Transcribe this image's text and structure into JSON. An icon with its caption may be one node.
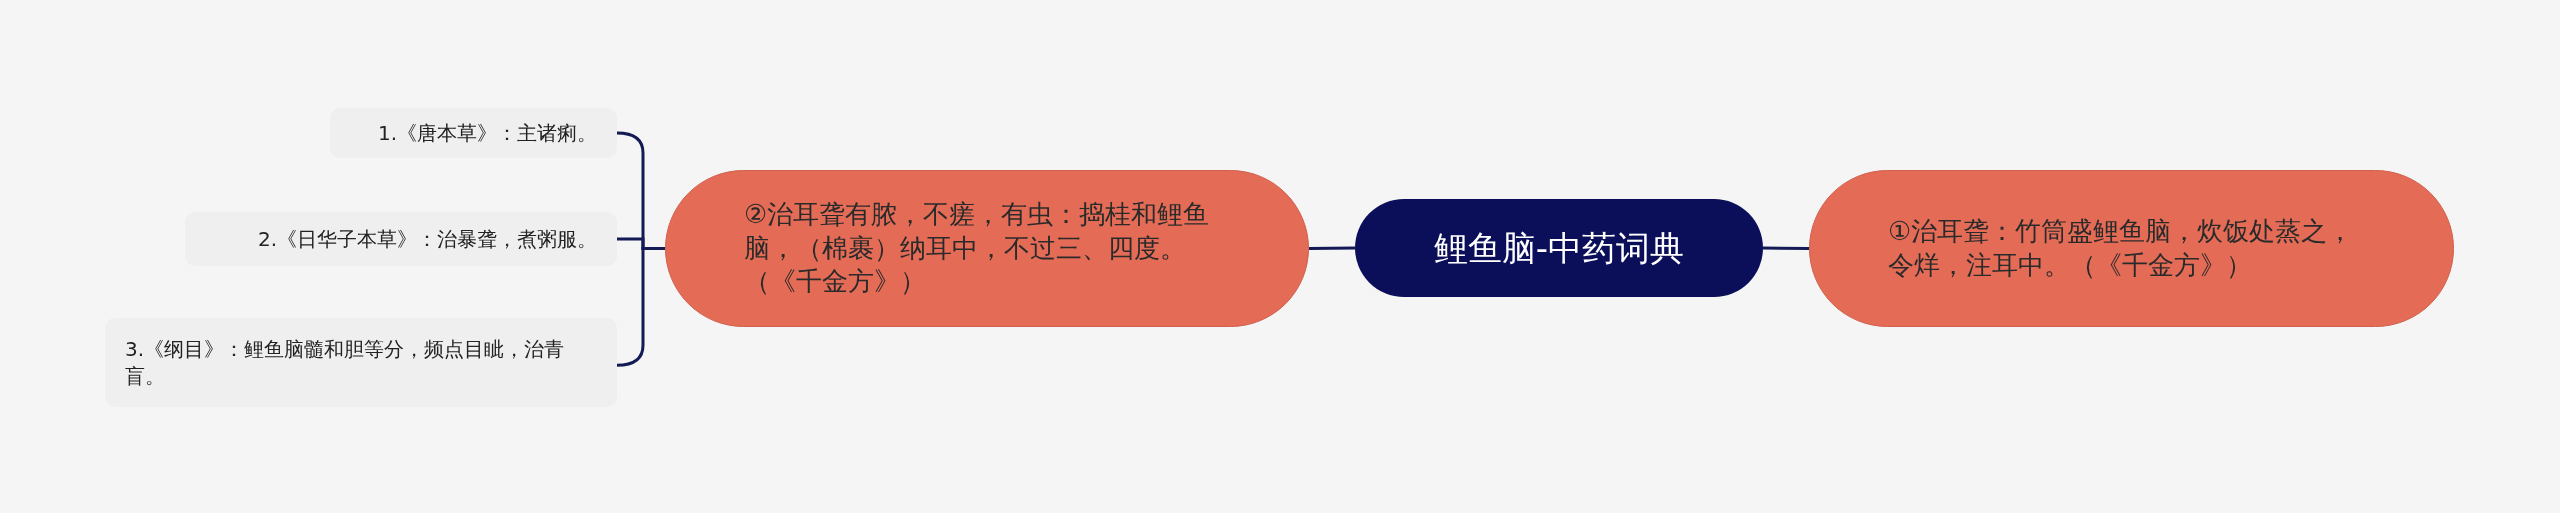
{
  "diagram": {
    "nodes": [
      {
        "text": [
          "鲤鱼脑-中药词典"
        ]
      },
      {
        "text": [
          "①治耳聋：竹筒盛鲤鱼脑，炊饭处蒸之，令烊，注耳中。（《千金方》）"
        ]
      },
      {
        "text": [
          "②治耳聋有脓，不瘥，有虫：捣桂和鲤鱼脑，（棉裹）纳耳中，不过三、四度。（《千金方》）"
        ]
      },
      {
        "text": [
          "1.《唐本草》：主诸痢。"
        ]
      },
      {
        "text": [
          "2.《日华子本草》：治暴聋，煮粥服。"
        ]
      },
      {
        "text": [
          "3.《纲目》：鲤鱼脑髓和胆等分，频点目眦，治青盲。"
        ]
      }
    ],
    "edges": [
      {
        "from": 0,
        "to": 1,
        "arrow": "none"
      },
      {
        "from": 0,
        "to": 2,
        "arrow": "none"
      },
      {
        "from": 2,
        "to": 3,
        "arrow": "none"
      },
      {
        "from": 2,
        "to": 4,
        "arrow": "none"
      },
      {
        "from": 2,
        "to": 5,
        "arrow": "none"
      }
    ]
  }
}
